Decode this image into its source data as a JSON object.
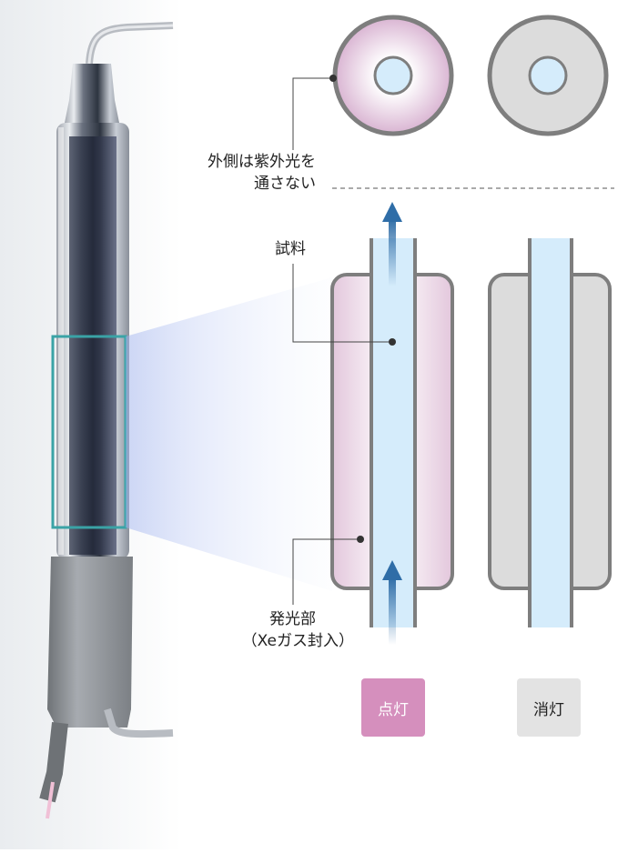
{
  "labels": {
    "uv_line1": "外側は紫外光を",
    "uv_line2": "通さない",
    "sample": "試料",
    "emitter_line1": "発光部",
    "emitter_line2": "（Xeガス封入）"
  },
  "states": {
    "on": "点灯",
    "off": "消灯"
  },
  "colors": {
    "lit_glow": "#e7cfe1",
    "off_fill": "#dcdcdc",
    "flow_tube": "#d5ecfb",
    "arrow": "#2f6da7",
    "badge_on": "#d58fbd",
    "badge_off": "#e3e3e3",
    "highlight_box": "#3aa3a6"
  }
}
